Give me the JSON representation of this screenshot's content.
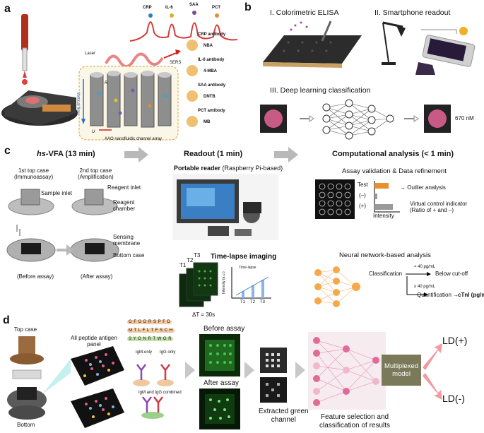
{
  "panel_a": {
    "letter": "a",
    "peaks": [
      "CRP",
      "IL-6",
      "SAA",
      "PCT"
    ],
    "laser": "Laser",
    "sers": "SERS",
    "flow_label": "Vertical flow",
    "array_label": "AAO nanofluidic channel array",
    "r_label": "R",
    "u_label": "U",
    "legend": [
      {
        "antibody": "CRP antibody",
        "tag": "NBA",
        "color": "#3aa6c9"
      },
      {
        "antibody": "IL-6 antibody",
        "tag": "4-MBA",
        "color": "#e2c13a"
      },
      {
        "antibody": "SAA antibody",
        "tag": "DNTB",
        "color": "#7a5aa8"
      },
      {
        "antibody": "PCT antibody",
        "tag": "MB",
        "color": "#e0902e"
      }
    ]
  },
  "panel_b": {
    "letter": "b",
    "step1": "I. Colorimetric ELISA",
    "step2": "II. Smartphone readout",
    "step3": "III. Deep learning classification",
    "result": "670 nM",
    "spot_color": "#c95a86"
  },
  "panel_c": {
    "letter": "c",
    "vfa_prefix": "hs",
    "vfa_title": "-VFA (13 min)",
    "readout_title": "Readout (1 min)",
    "comp_title": "Computational analysis (< 1 min)",
    "case1_a": "1st top case",
    "case1_b": "(Immunoassay)",
    "case2_a": "2nd top case",
    "case2_b": "(Amplification)",
    "sample_inlet": "Sample inlet",
    "reagent_inlet": "Reagent inlet",
    "reagent_chamber": "Reagent\nchamber",
    "sensing_membrane": "Sensing\nmembrane",
    "bottom_case": "Bottom case",
    "before_assay": "(Before assay)",
    "after_assay": "(After assay)",
    "portable_reader": "Portable reader",
    "reader_note": "(Raspberry Pi-based)",
    "timelapse": "Time-lapse imaging",
    "frames": [
      "T1",
      "T2",
      "T3"
    ],
    "delta_t": "ΔT = 30s",
    "plot_title": "Time-lapse",
    "plot_ylabel": "Intensity (a.u.)",
    "plot_ticks": [
      "T1",
      "T2",
      "T3"
    ],
    "validation_title": "Assay validation & Data refinement",
    "test": "Test",
    "minus": "(–)",
    "plus": "(+)",
    "intensity": "Intensity",
    "outlier": "Outlier analysis",
    "vci_a": "Virtual control indicator",
    "vci_b": "(Ratio of + and –)",
    "nn_title": "Neural network-based analysis",
    "classification": "Classification",
    "lt40": "< 40 pg/mL",
    "below_cutoff": "Below cut-off",
    "ge40": "≥ 40 pg/mL",
    "quantification": "Quantification",
    "ctni": "cTnI (pg/mL)"
  },
  "panel_d": {
    "letter": "d",
    "top_case": "Top case",
    "bottom": "Bottom",
    "antigen_panel_a": "All peptide antigen",
    "antigen_panel_b": "panel",
    "peptide_seqs": [
      "G F G D R S P F D",
      "M T L F L T F S C H",
      "S Y G N R T W G R"
    ],
    "igm_only": "IgM-only",
    "igg_only": "IgG only",
    "igm_igg": "IgM and IgG combined",
    "before_assay": "Before assay",
    "after_assay": "After assay",
    "extracted_a": "Extracted green",
    "extracted_b": "channel",
    "model_a": "Multiplexed",
    "model_b": "model",
    "ld_pos": "LD(+)",
    "ld_neg": "LD(-)",
    "feature_a": "Feature selection and",
    "feature_b": "classification of results"
  }
}
